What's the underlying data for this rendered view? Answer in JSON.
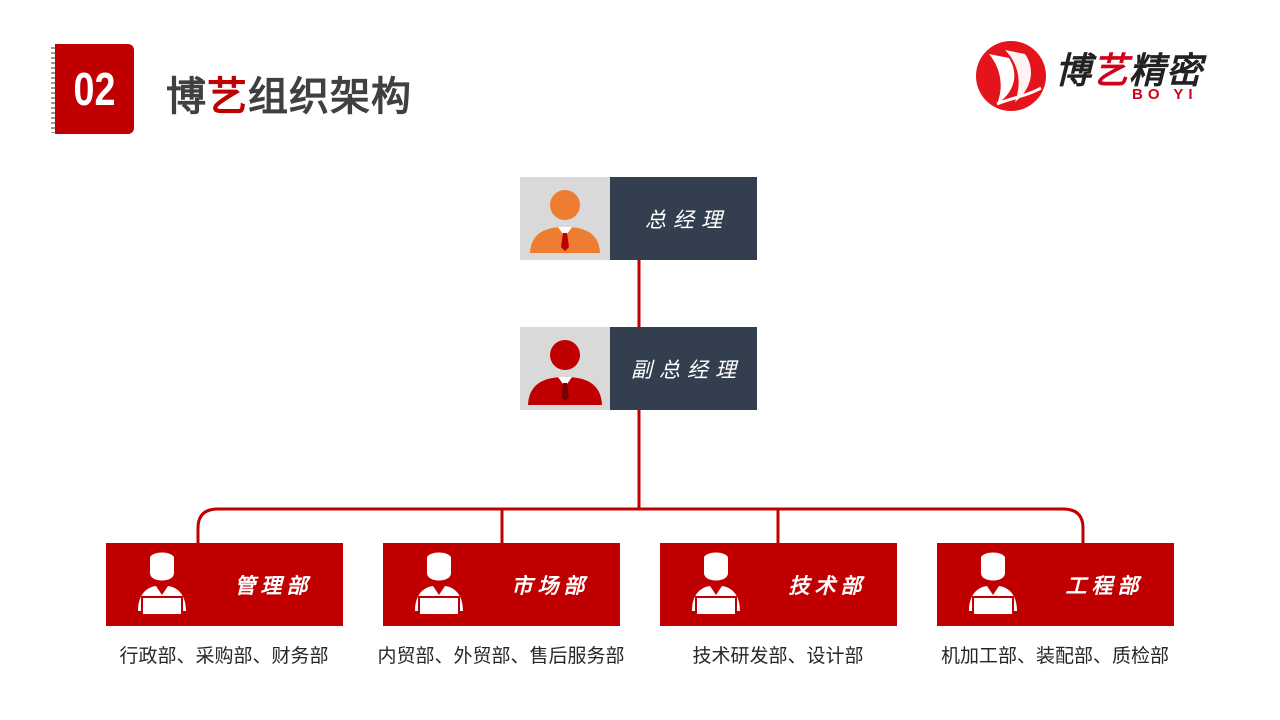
{
  "header": {
    "section_number": "02",
    "title_prefix": "博",
    "title_accent": "艺",
    "title_rest": "组织架构"
  },
  "logo": {
    "name_part1": "博",
    "name_accent": "艺",
    "name_part2": "精密",
    "subtitle": "BO YI"
  },
  "org": {
    "general_manager": {
      "label": "总经理",
      "icon": "person-orange-icon"
    },
    "deputy_manager": {
      "label": "副总经理",
      "icon": "person-red-icon"
    },
    "departments": [
      {
        "label": "管理部",
        "desc": "行政部、采购部、财务部"
      },
      {
        "label": "市场部",
        "desc": "内贸部、外贸部、售后服务部"
      },
      {
        "label": "技术部",
        "desc": "技术研发部、设计部"
      },
      {
        "label": "工程部",
        "desc": "机加工部、装配部、质检部"
      }
    ]
  },
  "colors": {
    "accent_red": "#c00000",
    "dark_panel": "#333f4f",
    "avatar_bg": "#d9d9d9",
    "orange": "#ed7d31"
  }
}
